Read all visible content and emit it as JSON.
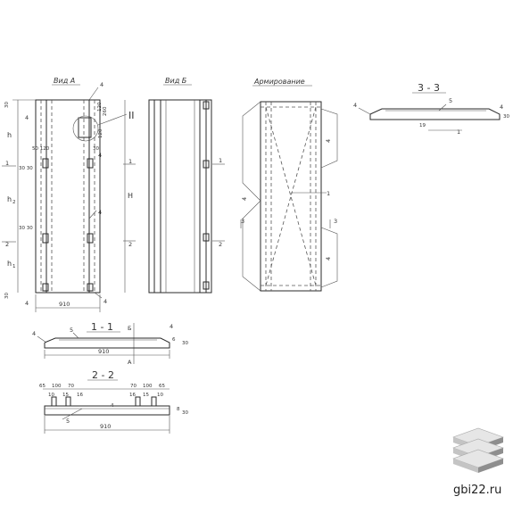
{
  "views": {
    "view_a": "Вид А",
    "view_b": "Вид Б",
    "reinforcement": "Армирование",
    "section_3": "3 - 3",
    "section_1": "1 - 1",
    "section_2": "2 - 2"
  },
  "roman_mark": "II",
  "dims": {
    "width_910": "910",
    "d30": "30",
    "d50": "50",
    "d120": "120",
    "d260": "260",
    "d50_120": "50 120",
    "d30_30": "30 30",
    "d65": "65",
    "d100": "100",
    "d70": "70",
    "d10": "10",
    "d15": "15",
    "d4": "4",
    "d19": "19",
    "d6": "6",
    "d8": "8",
    "d16": "16",
    "h": "h",
    "h1": "h",
    "h2": "h",
    "h1_sub": "1",
    "h2_sub": "2",
    "H": "H"
  },
  "marks": {
    "m1": "1",
    "m2": "2",
    "m3": "3",
    "m4": "4",
    "m5": "5",
    "mB": "Б",
    "mA": "А"
  },
  "watermark": {
    "site": "gbi22.ru"
  },
  "colors": {
    "ink": "#2a2a2a",
    "logo_light": "#e6e6e6",
    "logo_mid": "#c4c4c4",
    "logo_dark": "#8e8e8e"
  }
}
